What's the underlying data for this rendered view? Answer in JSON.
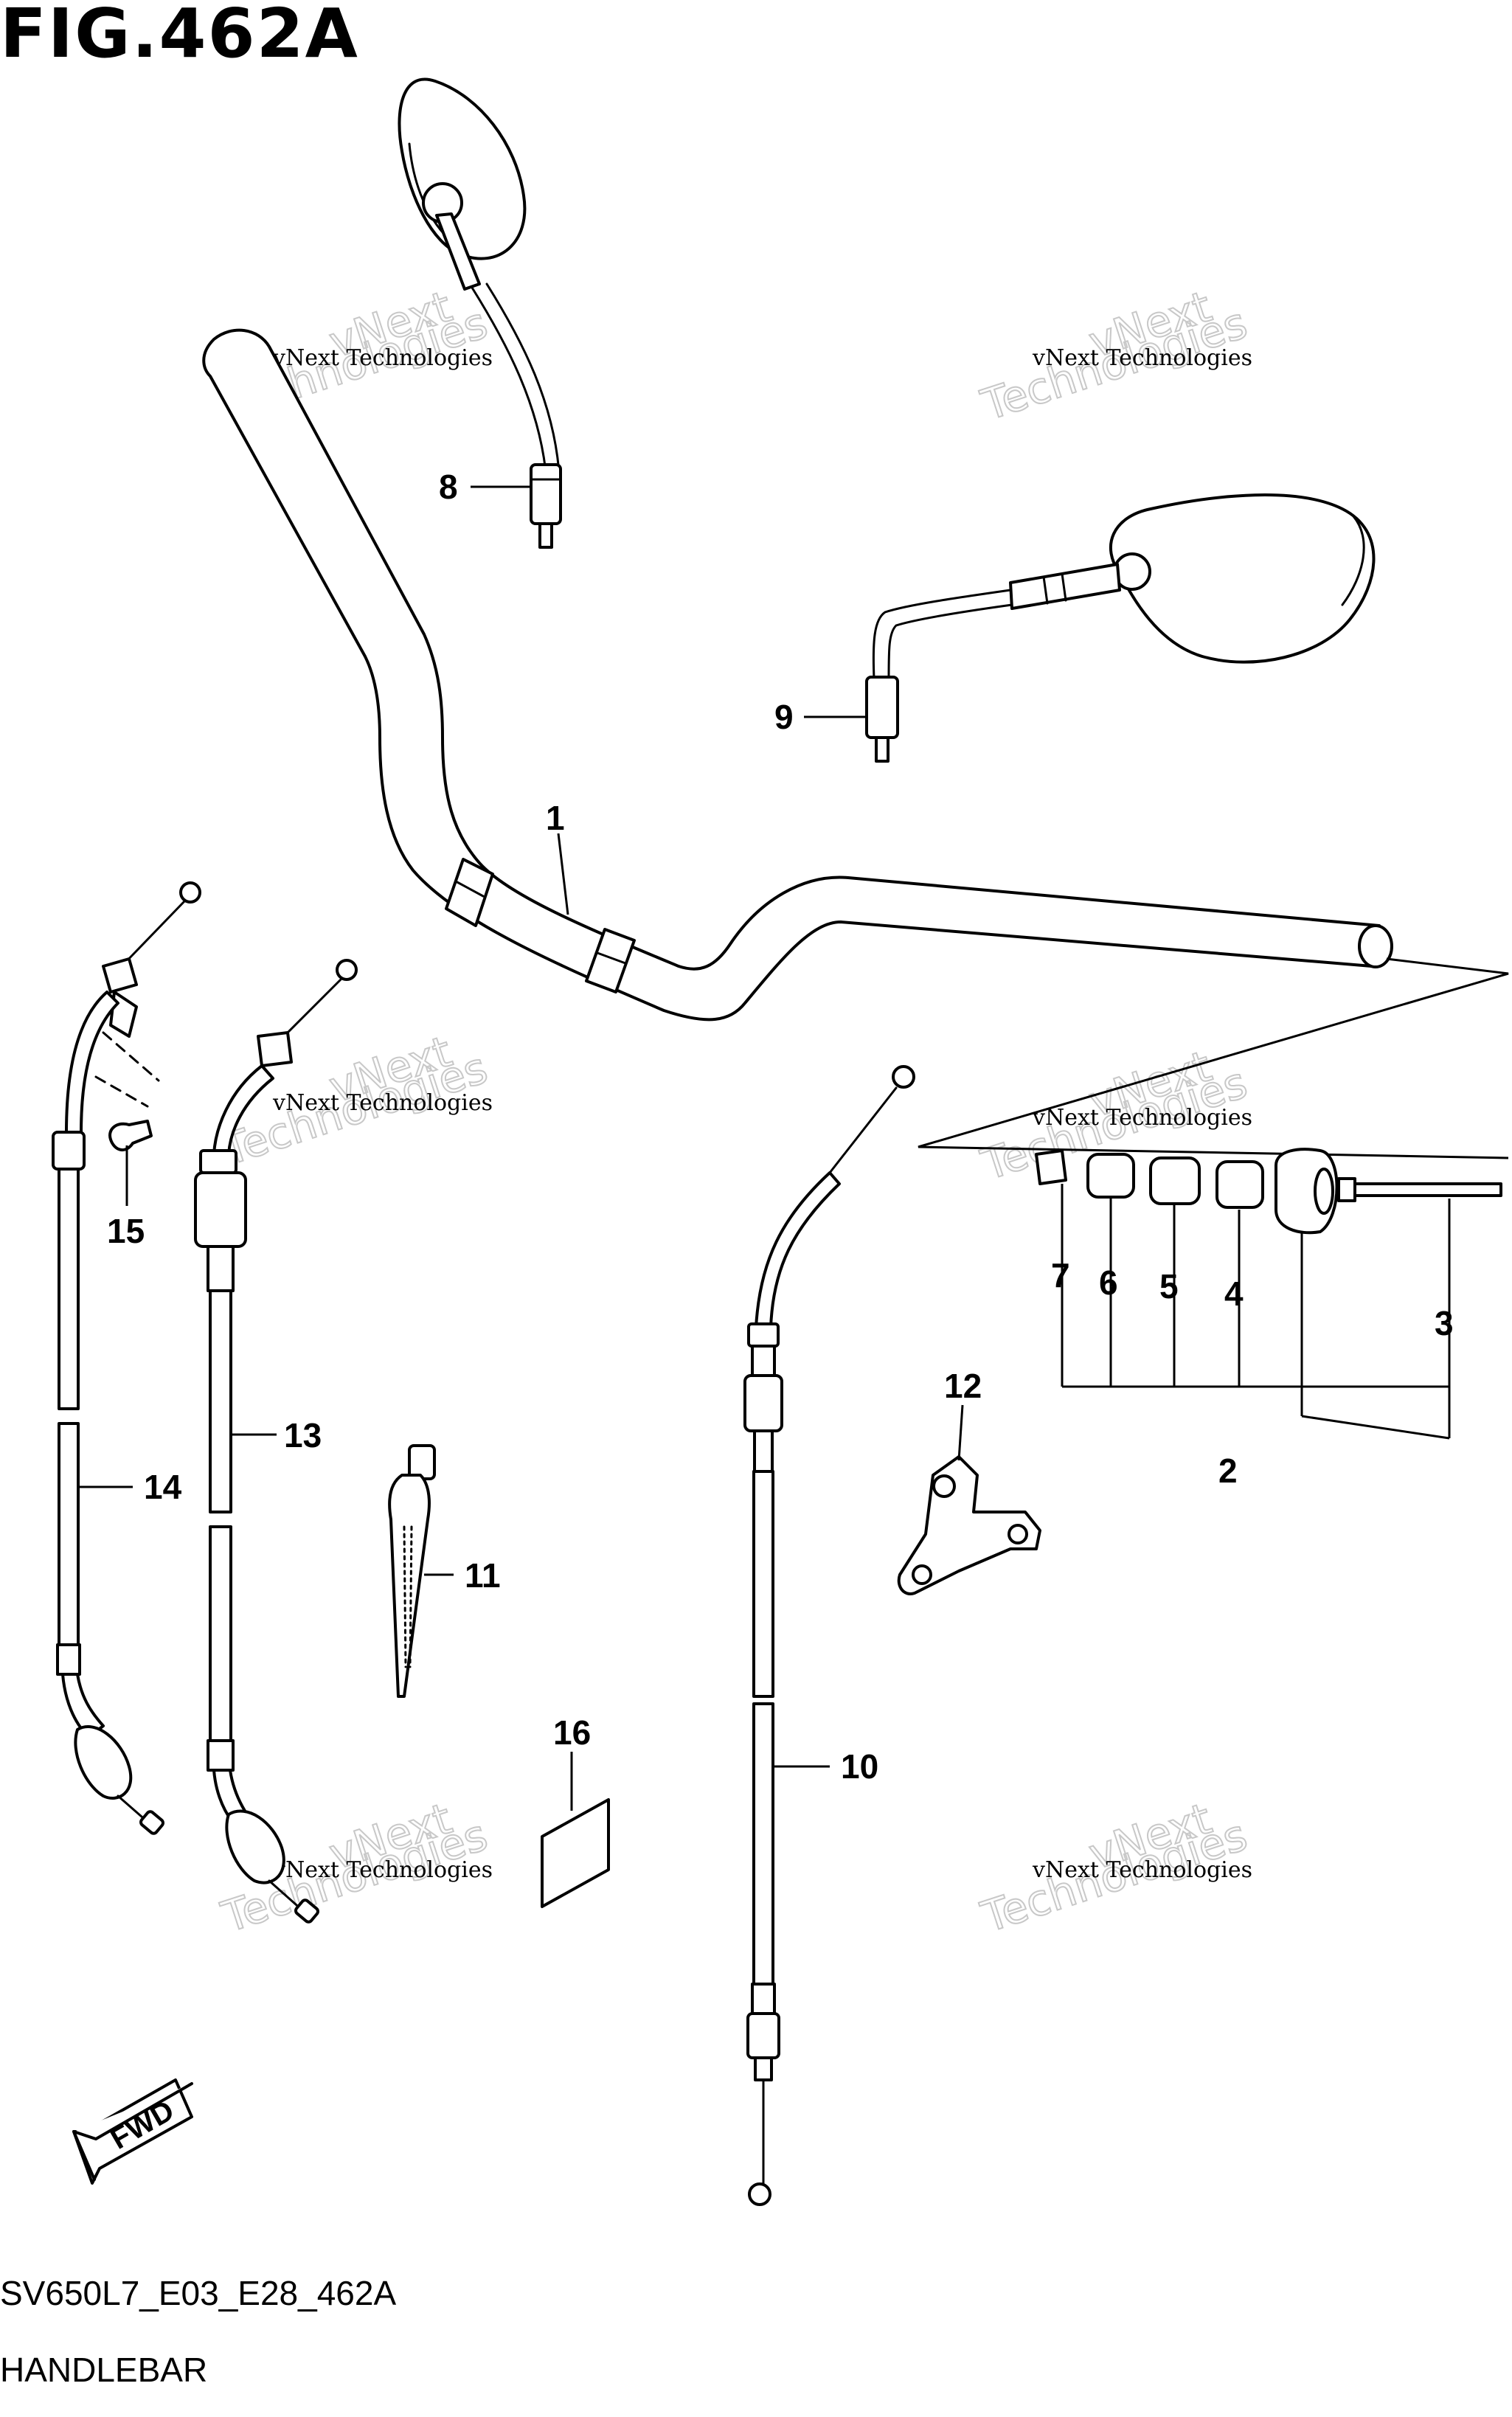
{
  "figure": {
    "title": "FIG.462A",
    "code": "SV650L7_E03_E28_462A",
    "name": "HANDLEBAR"
  },
  "direction_label": "FWD",
  "watermark": {
    "line1": "vNext Technologies",
    "line2": "vNext",
    "line3": "Technologies"
  },
  "callouts": [
    "1",
    "2",
    "3",
    "4",
    "5",
    "6",
    "7",
    "8",
    "9",
    "10",
    "11",
    "12",
    "13",
    "14",
    "15",
    "16"
  ]
}
